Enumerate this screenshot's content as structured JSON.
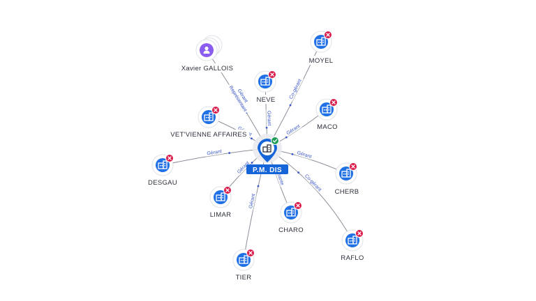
{
  "colors": {
    "edge": "#8a8f99",
    "edge_label": "#3a56c9",
    "company_icon": "#1f6fe5",
    "person_icon": "#8a5cf0",
    "closed_badge": "#d81b4a",
    "active_badge": "#1f9d55",
    "center_label_bg": "#1565d8"
  },
  "center": {
    "name": "P.M. DIS",
    "icon": "building-icon",
    "status": "active"
  },
  "nodes": [
    {
      "id": "xavier",
      "name": "Xavier GALLOIS",
      "type": "person",
      "icon": "person-icon",
      "status": "none"
    },
    {
      "id": "moyel",
      "name": "MOYEL",
      "type": "company",
      "icon": "building-icon",
      "status": "closed"
    },
    {
      "id": "neve",
      "name": "NEVE",
      "type": "company",
      "icon": "building-icon",
      "status": "closed"
    },
    {
      "id": "maco",
      "name": "MACO",
      "type": "company",
      "icon": "building-icon",
      "status": "closed"
    },
    {
      "id": "vetvienne",
      "name": "VET'VIENNE AFFAIRES",
      "type": "company",
      "icon": "building-icon",
      "status": "closed"
    },
    {
      "id": "desgau",
      "name": "DESGAU",
      "type": "company",
      "icon": "building-icon",
      "status": "closed"
    },
    {
      "id": "cherb",
      "name": "CHERB",
      "type": "company",
      "icon": "building-icon",
      "status": "closed"
    },
    {
      "id": "limar",
      "name": "LIMAR",
      "type": "company",
      "icon": "building-icon",
      "status": "closed"
    },
    {
      "id": "charo",
      "name": "CHARO",
      "type": "company",
      "icon": "building-icon",
      "status": "closed"
    },
    {
      "id": "raflo",
      "name": "RAFLO",
      "type": "company",
      "icon": "building-icon",
      "status": "closed"
    },
    {
      "id": "tier",
      "name": "TIER",
      "type": "company",
      "icon": "building-icon",
      "status": "closed"
    }
  ],
  "edges": [
    {
      "to": "xavier",
      "labels": [
        "Gérant",
        "Représentant"
      ]
    },
    {
      "to": "moyel",
      "labels": [
        "Co-gérant"
      ]
    },
    {
      "to": "neve",
      "labels": [
        "Gérant"
      ]
    },
    {
      "to": "maco",
      "labels": [
        "Gérant"
      ]
    },
    {
      "to": "vetvienne",
      "labels": [
        "Gérant"
      ]
    },
    {
      "to": "desgau",
      "labels": [
        "Gérant"
      ]
    },
    {
      "to": "cherb",
      "labels": [
        "Gérant"
      ]
    },
    {
      "to": "limar",
      "labels": [
        "Gérant"
      ]
    },
    {
      "to": "charo",
      "labels": [
        "Gérante"
      ]
    },
    {
      "to": "raflo",
      "labels": [
        "Co-gérant"
      ]
    },
    {
      "to": "tier",
      "labels": [
        "Gérant"
      ]
    }
  ]
}
